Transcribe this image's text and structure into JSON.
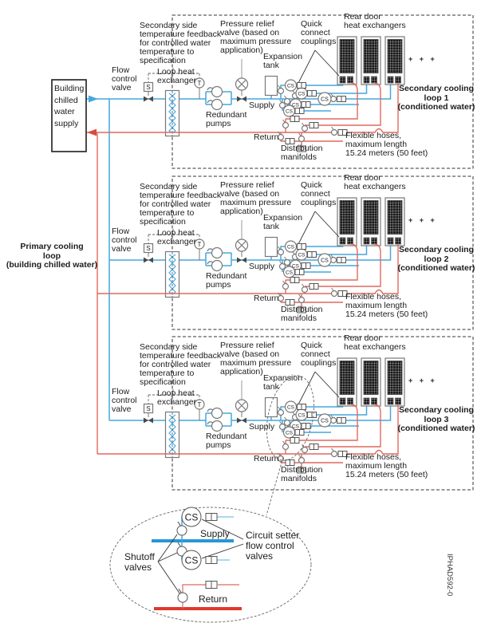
{
  "left_panel": {
    "building_supply_box": "Building\nchilled\nwater\nsupply",
    "primary_loop_label": "Primary cooling\nloop\n(building chilled water)"
  },
  "loop_labels": {
    "feedback": "Secondary side\ntemperature feedback\nfor controlled water\ntemperature to\nspecification",
    "flow_control_valve": "Flow\ncontrol\nvalve",
    "loop_heat_exchanger": "Loop heat\nexchanger",
    "pressure_relief_valve": "Pressure relief\nvalve (based on\nmaximum pressure\napplication)",
    "redundant_pumps": "Redundant\npumps",
    "expansion_tank": "Expansion\ntank",
    "quick_connect_couplings": "Quick\nconnect\ncouplings",
    "rear_door_heat_exchangers": "Rear door\nheat exchangers",
    "supply": "Supply",
    "return": "Return",
    "distribution_manifolds": "Distribution\nmanifolds",
    "flexible_hoses": "Flexible hoses,\nmaximum length\n15.24 meters (50 feet)"
  },
  "loops": [
    {
      "title": "Secondary cooling\nloop 1\n(conditioned water)"
    },
    {
      "title": "Secondary cooling\nloop 2\n(conditioned water)"
    },
    {
      "title": "Secondary cooling\nloop 3\n(conditioned water)"
    }
  ],
  "symbols": {
    "temperature_sensor": "T",
    "setpoint_sensor": "S",
    "circuit_setter": "CS",
    "more_units_dots": "+ + +"
  },
  "detail_callout": {
    "supply": "Supply",
    "return": "Return",
    "shutoff_valves": "Shutoff\nvalves",
    "circuit_setter_flow_control_valves": "Circuit setter\nflow control\nvalves",
    "circuit_setter": "CS"
  },
  "figure_id": "IPHAD592-0",
  "colors": {
    "supply_line": "#45A7DE",
    "return_line": "#E0695E",
    "supply_main": "#2796D4",
    "return_main": "#DE3A2B",
    "outline_gray": "#787878"
  }
}
